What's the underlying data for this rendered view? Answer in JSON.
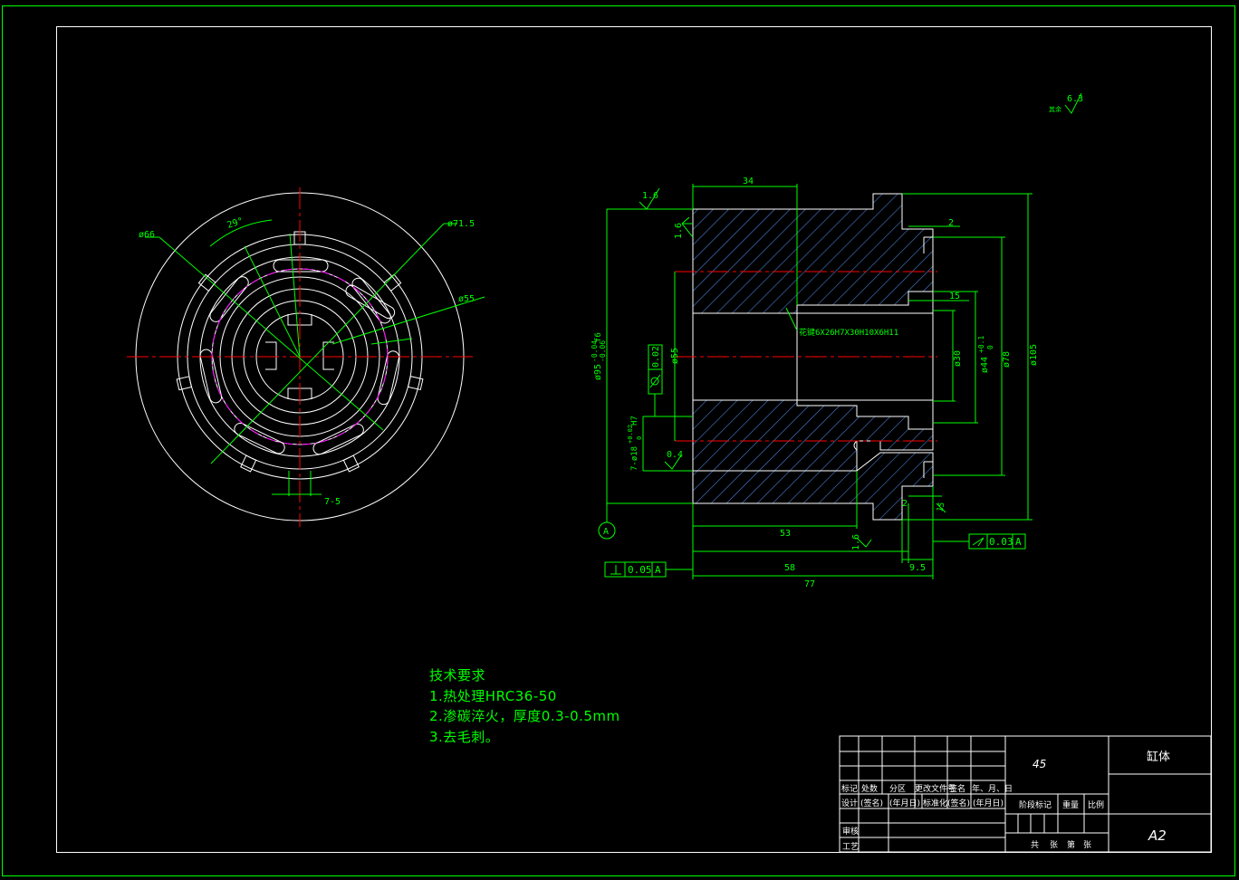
{
  "colors": {
    "background": "#000000",
    "border": "#00ff00",
    "outline": "#ffffff",
    "centerline": "#ff0000",
    "dimension": "#00ff00",
    "hatch": "#4a7fd4",
    "pitch_circle": "#ff00ff"
  },
  "left_view": {
    "dim_d66": "ø66",
    "dim_d715": "ø71.5",
    "dim_d55": "ø55",
    "angle": "29°",
    "slot": "7-5"
  },
  "section_view": {
    "roughness_top": "1.6",
    "roughness_face": "1.6",
    "roughness_bore": "0.4",
    "roughness_bottom": "1.6",
    "dim_34": "34",
    "dim_2_top": "2",
    "dim_15": "15",
    "dim_2_bottom": "2",
    "dim_15_deg": "15",
    "dim_53": "53",
    "dim_58": "58",
    "dim_77": "77",
    "dim_95": "9.5",
    "spline_callout": "花键6X26H7X30H10X6H11",
    "d95": "ø95",
    "d95_tol_upper": "-0.04",
    "d95_tol_lower": "-0.06",
    "d95_fit": "f6",
    "d55": "ø55",
    "d30": "ø30",
    "d44": "ø44",
    "d44_tol_upper": "+0.1",
    "d44_tol_lower": "0",
    "d78": "ø78",
    "d105": "ø105",
    "holes": "7-ø18",
    "holes_tol_upper": "+0.02",
    "holes_tol_lower": "0",
    "holes_fit": "H7",
    "cyl_tol": "0.02",
    "perp_tol": "0.05",
    "perp_datum": "A",
    "runout_tol": "0.03",
    "runout_datum": "A",
    "datum": "A"
  },
  "general_roughness": {
    "label": "其余",
    "value": "6.3"
  },
  "tech_requirements": {
    "title": "技术要求",
    "items": [
      "1.热处理HRC36-50",
      "2.渗碳淬火，厚度0.3-0.5mm",
      "3.去毛刺。"
    ]
  },
  "title_block": {
    "material": "45",
    "part_name": "缸体",
    "sheet_size": "A2",
    "h_biaoji": "标记",
    "h_chushu": "处数",
    "h_fenqu": "分区",
    "h_wenjian": "更改文件号",
    "h_qianming": "签名",
    "h_nianyueri": "年、月、日",
    "sheji": "设计",
    "qianming1": "(签名)",
    "nianyueri1": "(年月日)",
    "biaozhunhua": "标准化",
    "qianming2": "(签名)",
    "nianyueri2": "(年月日)",
    "jieduan": "阶段标记",
    "zhongliang": "重量",
    "bili": "比例",
    "shenhe": "审核",
    "gongyi": "工艺",
    "gong": "共",
    "zhang1": "张",
    "di": "第",
    "zhang2": "张"
  }
}
